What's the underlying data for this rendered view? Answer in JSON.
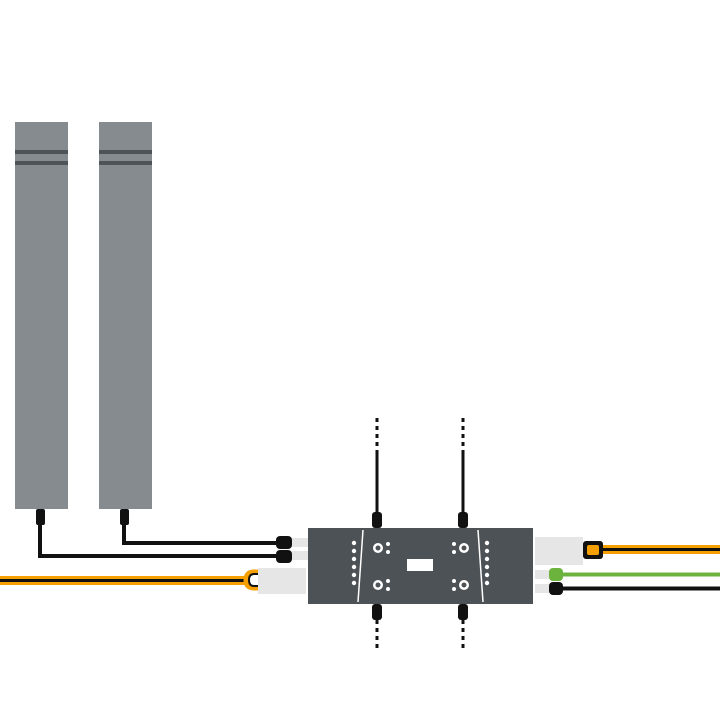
{
  "diagram": {
    "components": [
      {
        "id": "light-curtain-emitter",
        "icon": "sensor-bar-icon"
      },
      {
        "id": "light-curtain-receiver",
        "icon": "sensor-bar-icon"
      },
      {
        "id": "safety-controller",
        "icon": "controller-module-icon"
      }
    ],
    "cables": [
      {
        "id": "emitter-cable",
        "color": "#111111"
      },
      {
        "id": "receiver-cable",
        "color": "#111111"
      },
      {
        "id": "power-cable-left",
        "color": "#f5a000"
      },
      {
        "id": "output-cable-yellow",
        "color": "#f5a000"
      },
      {
        "id": "output-cable-green",
        "color": "#6cb33e"
      },
      {
        "id": "output-cable-black",
        "color": "#111111"
      },
      {
        "id": "cascade-cable-top-left",
        "style": "dashed"
      },
      {
        "id": "cascade-cable-top-right",
        "style": "dashed"
      },
      {
        "id": "cascade-cable-bottom-left",
        "style": "dashed"
      },
      {
        "id": "cascade-cable-bottom-right",
        "style": "dashed"
      }
    ],
    "colors": {
      "sensor_body": "#858b8f",
      "sensor_stripe": "#4d5357",
      "controller_body": "#4d5256",
      "connector_light": "#e6e6e6",
      "cable_yellow": "#f5a000",
      "cable_green": "#6cb33e",
      "cable_black": "#111111"
    }
  }
}
